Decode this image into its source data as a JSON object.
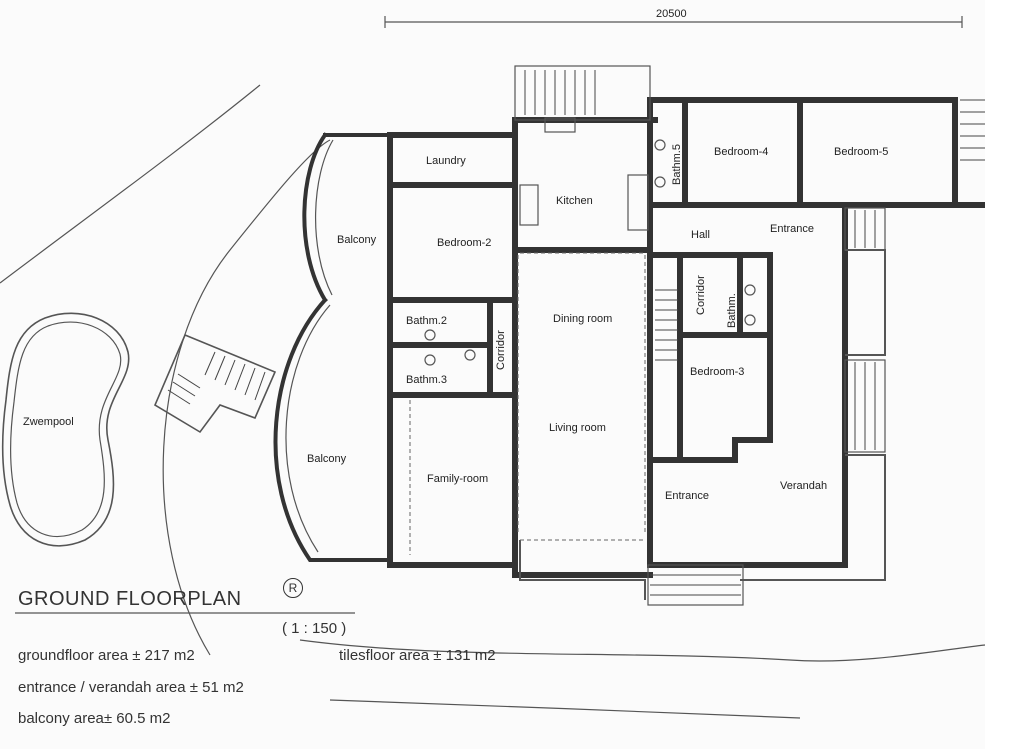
{
  "dimension": "20500",
  "rooms": {
    "laundry": "Laundry",
    "kitchen": "Kitchen",
    "bedroom4": "Bedroom-4",
    "bedroom5": "Bedroom-5",
    "bathm5": "Bathm.5",
    "hall": "Hall",
    "entrance_top": "Entrance",
    "balcony_top": "Balcony",
    "bedroom2": "Bedroom-2",
    "bathm2": "Bathm.2",
    "bathm3": "Bathm.3",
    "corridor_left": "Corridor",
    "dining": "Dining room",
    "corridor_right": "Corridor",
    "bathm_right": "Bathm.",
    "bedroom3": "Bedroom-3",
    "living": "Living room",
    "pool": "Zwempool",
    "balcony_bottom": "Balcony",
    "family": "Family-room",
    "entrance_bottom": "Entrance",
    "verandah": "Verandah"
  },
  "title": "GROUND FLOORPLAN",
  "mark": "R",
  "scale": "( 1 : 150 )",
  "areas": {
    "groundfloor": "groundfloor area ± 217 m2",
    "tiles": "tilesfloor area ± 131 m2",
    "entrance": "entrance / verandah area ± 51 m2",
    "balcony": "balcony area± 60.5 m2"
  }
}
